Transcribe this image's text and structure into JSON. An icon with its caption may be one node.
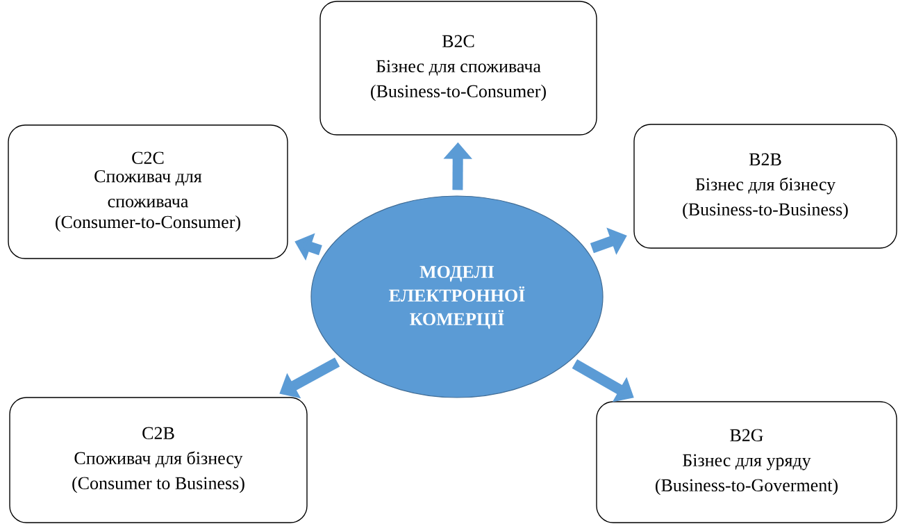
{
  "diagram": {
    "nodes": [
      {
        "text": [
          "B2C",
          "Бізнес для споживача",
          "(Business-to-Consumer)"
        ]
      },
      {
        "text": [
          "C2C",
          "Споживач для споживача",
          "(Consumer-to-Consumer)"
        ]
      },
      {
        "text": [
          "B2B",
          "Бізнес для бізнесу",
          "(Business-to-Business)"
        ]
      },
      {
        "text": [
          "МОДЕЛІ ЕЛЕКТРОННОЇ КОМЕРЦІЇ"
        ]
      },
      {
        "text": [
          "C2B",
          "Споживач для бізнесу",
          "(Consumer to Business)"
        ]
      },
      {
        "text": [
          "B2G",
          "Бізнес для уряду",
          "(Business-to-Goverment)"
        ]
      }
    ],
    "edges": [
      {
        "from": 3,
        "to": 0,
        "arrow": "to"
      },
      {
        "from": 3,
        "to": 1,
        "arrow": "to"
      },
      {
        "from": 3,
        "to": 2,
        "arrow": "to"
      },
      {
        "from": 3,
        "to": 4,
        "arrow": "to"
      },
      {
        "from": 3,
        "to": 5,
        "arrow": "to"
      }
    ]
  }
}
